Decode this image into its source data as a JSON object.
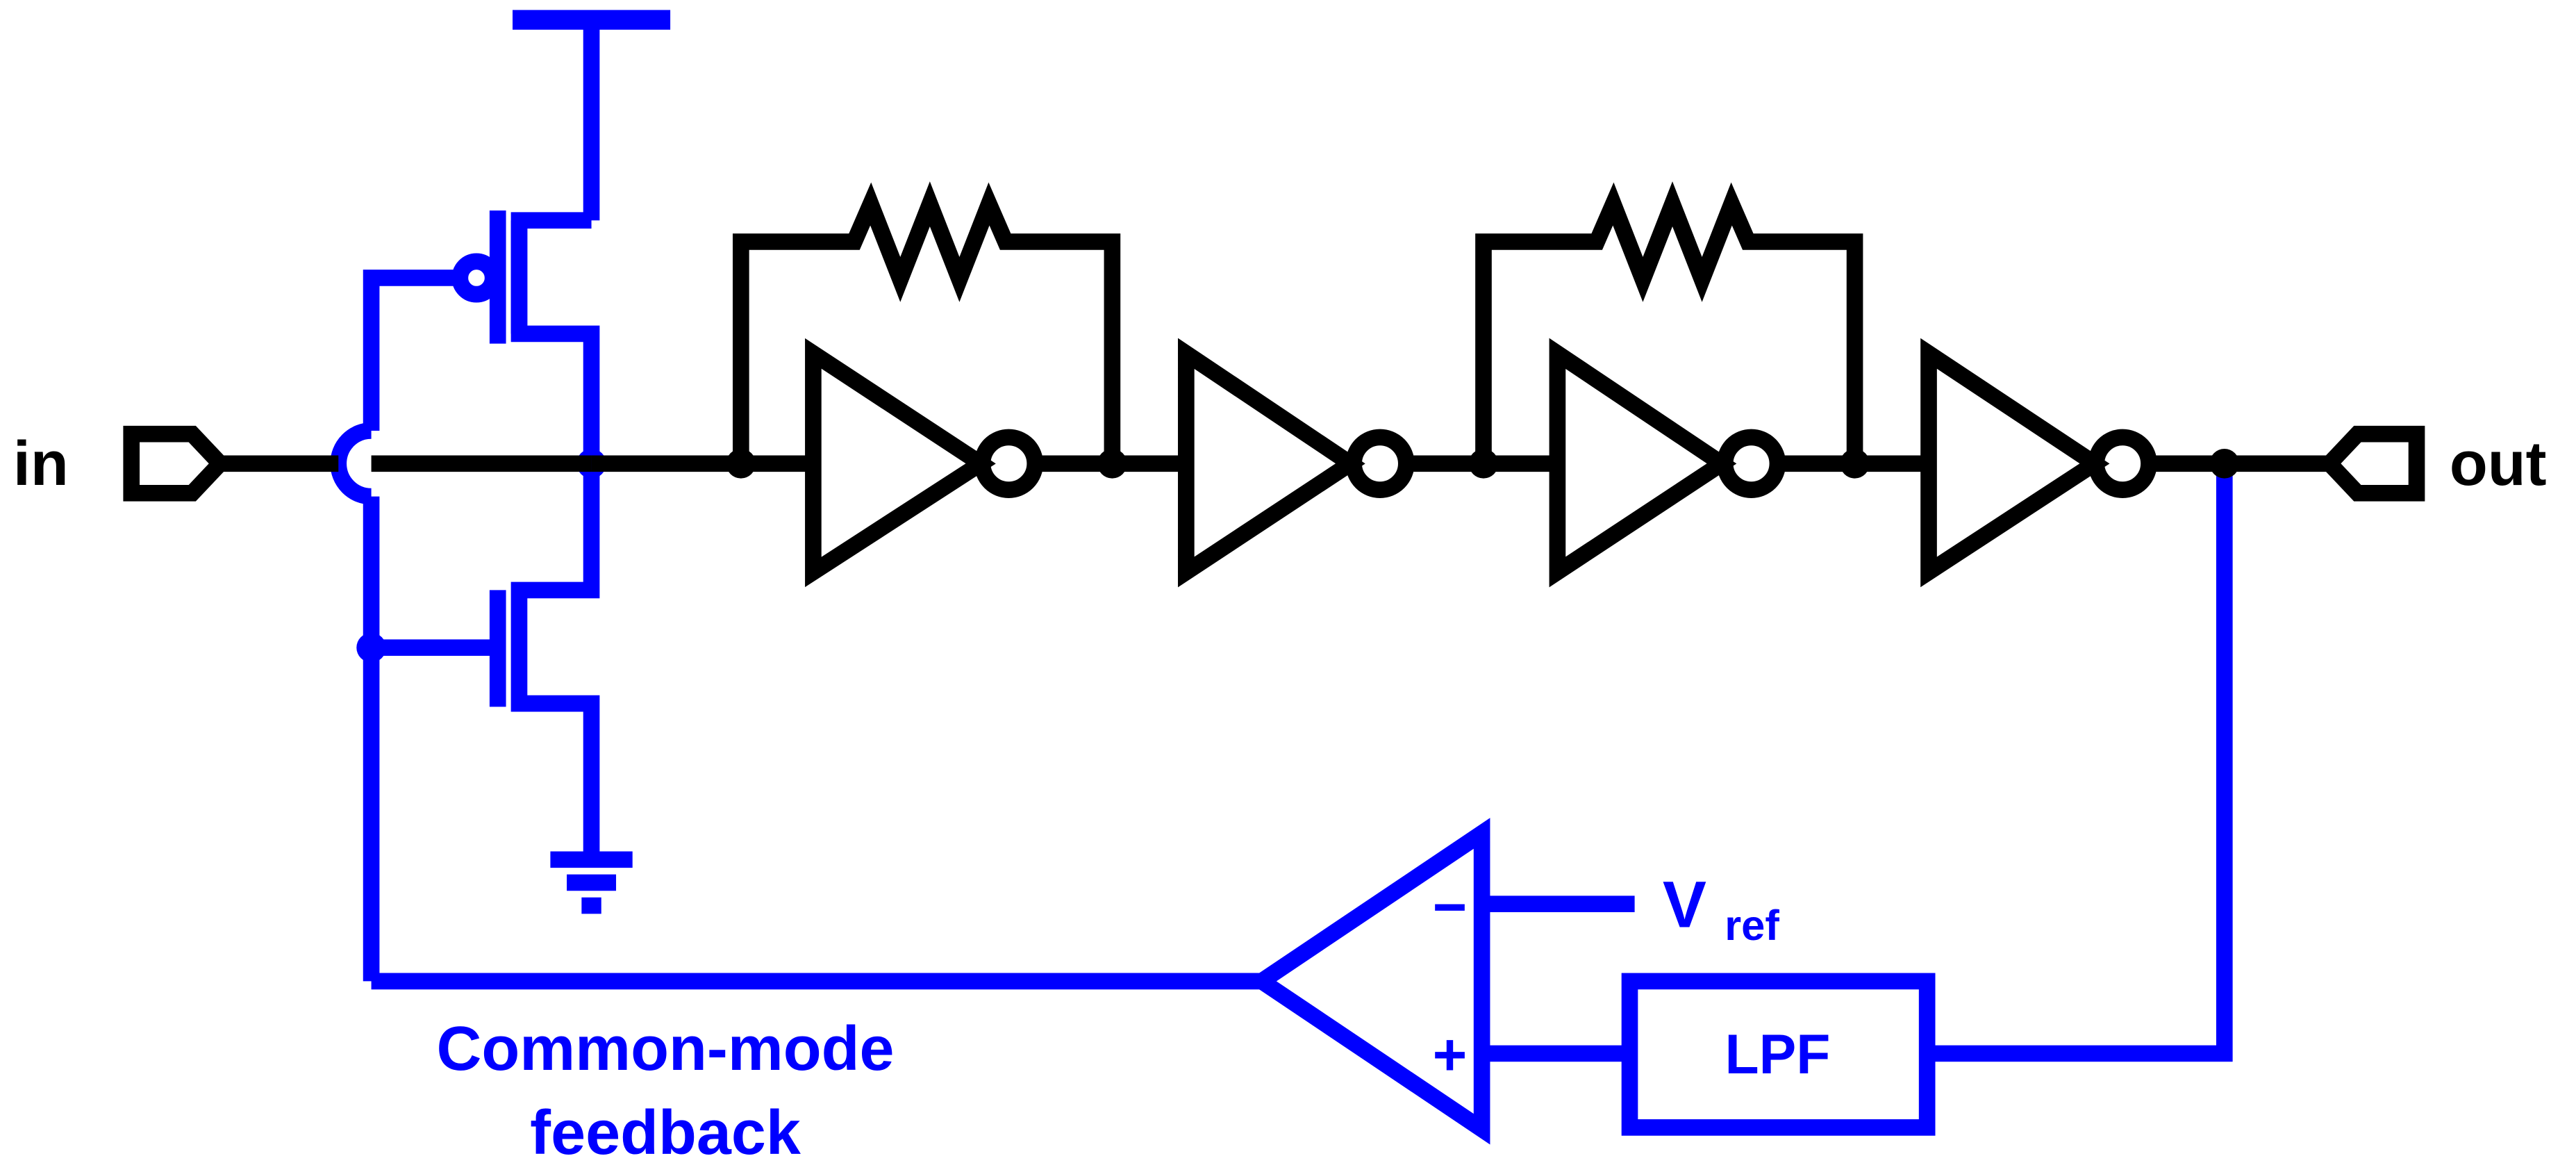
{
  "colors": {
    "wire": "#000000",
    "feedback": "#0000ff",
    "background": "#ffffff"
  },
  "ports": {
    "input_label": "in",
    "output_label": "out"
  },
  "amplifier": {
    "minus_sign": "−",
    "plus_sign": "+",
    "vref_main": "V",
    "vref_sub": "ref"
  },
  "lpf": {
    "label": "LPF"
  },
  "feedback_caption": {
    "line1": "Common-mode",
    "line2": "feedback"
  }
}
